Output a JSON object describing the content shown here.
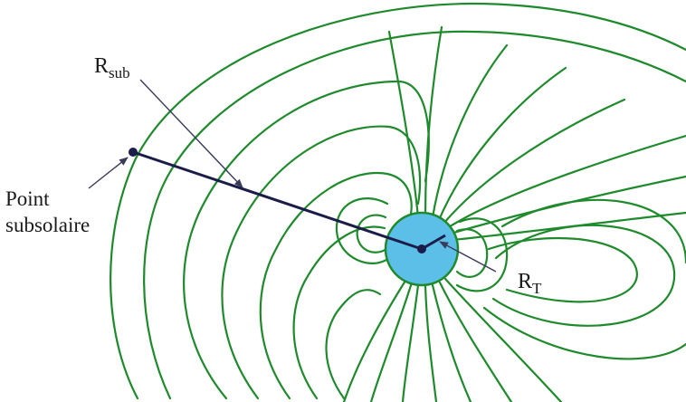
{
  "labels": {
    "r_sub_main": "R",
    "r_sub_subscript": "sub",
    "point_line1": "Point",
    "point_line2": "subsolaire",
    "r_t_main": "R",
    "r_t_subscript": "T"
  },
  "colors": {
    "field_lines": "#1f8a2c",
    "earth_fill": "#5cbfe8",
    "earth_outline": "#1f8a2c",
    "radius_line": "#1c1c4a",
    "arrow": "#3a3a5a",
    "text": "#1a1a1a"
  }
}
